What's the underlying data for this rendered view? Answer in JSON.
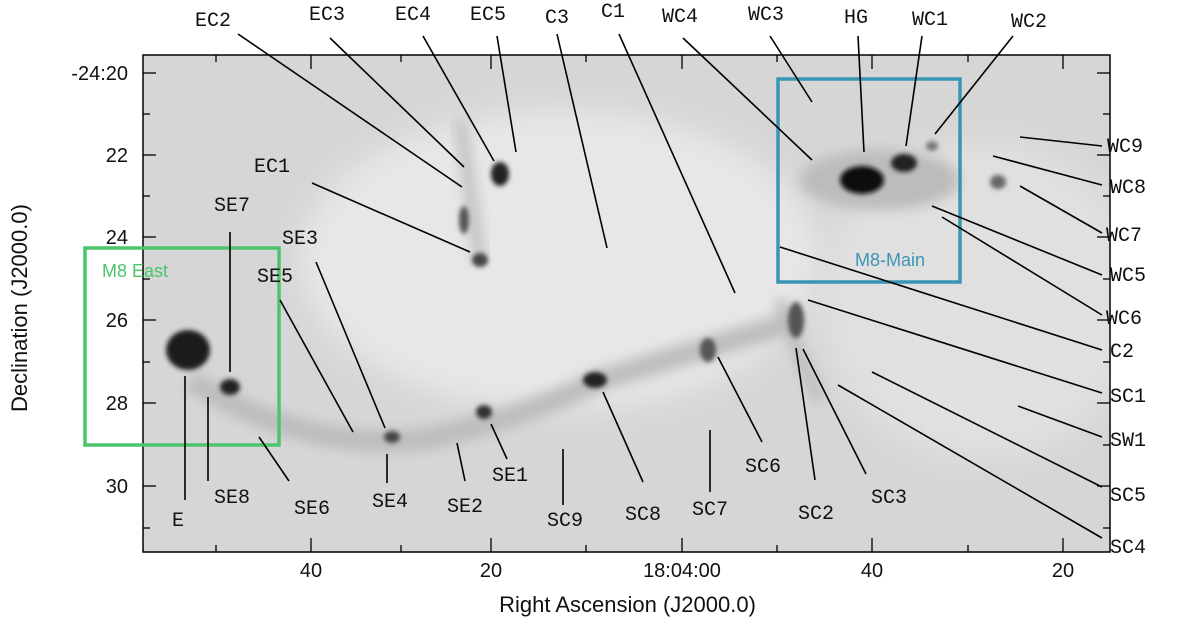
{
  "axes": {
    "xlabel": "Right Ascension (J2000.0)",
    "ylabel": "Declination (J2000.0)",
    "xticks": [
      "40",
      "20",
      "18:04:00",
      "40",
      "20"
    ],
    "yticks": [
      "-24:20",
      "22",
      "24",
      "26",
      "28",
      "30"
    ]
  },
  "regions": {
    "east": {
      "label": "M8 East",
      "color": "#4cc46c"
    },
    "main": {
      "label": "M8-Main",
      "color": "#3a95b5"
    }
  },
  "sources": {
    "top": [
      "EC2",
      "EC3",
      "EC4",
      "EC5",
      "C3",
      "C1",
      "WC4",
      "WC3",
      "HG",
      "WC1",
      "WC2"
    ],
    "right": [
      "WC9",
      "WC8",
      "WC7",
      "WC5",
      "WC6",
      "C2",
      "SC1",
      "SW1",
      "SC5",
      "SC4"
    ],
    "inner": [
      "EC1",
      "SE7",
      "SE3",
      "SE5"
    ],
    "bottom": [
      "E",
      "SE8",
      "SE6",
      "SE4",
      "SE2",
      "SE1",
      "SC9",
      "SC8",
      "SC7",
      "SC6",
      "SC2",
      "SC3"
    ]
  }
}
